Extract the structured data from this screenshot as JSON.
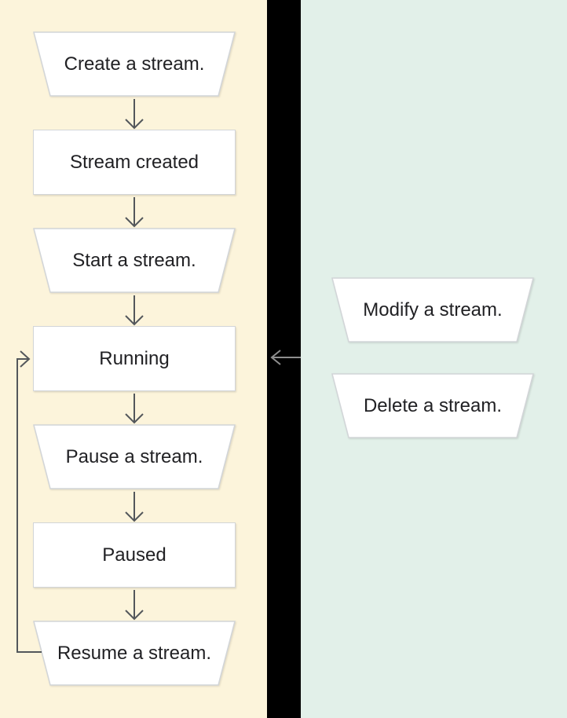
{
  "diagram": {
    "type": "flowchart",
    "nodes": {
      "left": [
        {
          "label": "Create a stream.",
          "shape": "trapezoid"
        },
        {
          "label": "Stream created",
          "shape": "rect"
        },
        {
          "label": "Start a stream.",
          "shape": "trapezoid"
        },
        {
          "label": "Running",
          "shape": "rect"
        },
        {
          "label": "Pause a stream.",
          "shape": "trapezoid"
        },
        {
          "label": "Paused",
          "shape": "rect"
        },
        {
          "label": "Resume a stream.",
          "shape": "trapezoid"
        }
      ],
      "right": [
        {
          "label": "Modify a stream.",
          "shape": "trapezoid"
        },
        {
          "label": "Delete a stream.",
          "shape": "trapezoid"
        }
      ]
    },
    "edges": [
      "create-a-stream -> stream-created",
      "stream-created -> start-a-stream",
      "start-a-stream -> running",
      "running -> pause-a-stream",
      "pause-a-stream -> paused",
      "paused -> resume-a-stream",
      "resume-a-stream -> running (loop back)",
      "divider arrow pointing left toward running"
    ],
    "colors": {
      "left_panel_bg": "#fcf4db",
      "divider_bg": "#000000",
      "right_panel_bg": "#e2f0e9",
      "node_fill": "#ffffff",
      "node_border": "#d2d5d8",
      "text": "#212124",
      "arrow": "#53575b",
      "arrow_on_divider": "#8e8e8e"
    }
  }
}
